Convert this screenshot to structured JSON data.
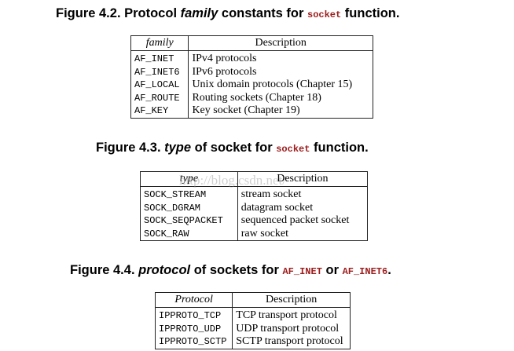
{
  "figures": [
    {
      "title_prefix": "Figure 4.2. Protocol ",
      "title_italic": "family",
      "title_middle": " constants for ",
      "title_code": "socket",
      "title_suffix": " function.",
      "col1_header": "family",
      "col2_header": "Description",
      "rows": [
        {
          "name": "AF_INET",
          "desc": "IPv4 protocols"
        },
        {
          "name": "AF_INET6",
          "desc": "IPv6 protocols"
        },
        {
          "name": "AF_LOCAL",
          "desc": "Unix domain protocols (Chapter 15)"
        },
        {
          "name": "AF_ROUTE",
          "desc": "Routing sockets (Chapter 18)"
        },
        {
          "name": "AF_KEY",
          "desc": "Key socket (Chapter 19)"
        }
      ]
    },
    {
      "title_prefix": "Figure 4.3. ",
      "title_italic": "type",
      "title_middle": " of socket for ",
      "title_code": "socket",
      "title_suffix": " function.",
      "col1_header": "type",
      "col2_header": "Description",
      "rows": [
        {
          "name": "SOCK_STREAM",
          "desc": "stream socket"
        },
        {
          "name": "SOCK_DGRAM",
          "desc": "datagram socket"
        },
        {
          "name": "SOCK_SEQPACKET",
          "desc": "sequenced packet socket"
        },
        {
          "name": "SOCK_RAW",
          "desc": "raw socket"
        }
      ]
    },
    {
      "title_prefix": "Figure 4.4. ",
      "title_italic": "protocol",
      "title_middle": " of sockets for ",
      "title_code": "AF_INET",
      "title_or": " or ",
      "title_code2": "AF_INET6",
      "title_suffix": ".",
      "col1_header": "Protocol",
      "col2_header": "Description",
      "rows": [
        {
          "name": "IPPROTO_TCP",
          "desc": "TCP transport protocol"
        },
        {
          "name": "IPPROTO_UDP",
          "desc": "UDP transport protocol"
        },
        {
          "name": "IPPROTO_SCTP",
          "desc": "SCTP transport protocol"
        }
      ]
    }
  ],
  "watermark": "http://blog.csdn.net/"
}
